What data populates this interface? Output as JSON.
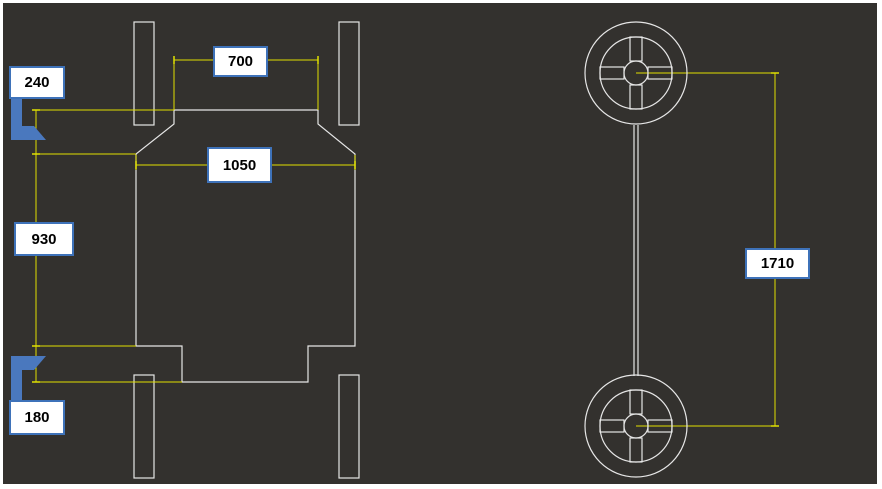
{
  "colors": {
    "background": "#33312e",
    "outline": "#e6e6e6",
    "dimension": "#e0e000",
    "label_border": "#3e72b9",
    "label_fill": "#ffffff",
    "bracket": "#4a78be"
  },
  "dimensions": {
    "top_width": "700",
    "body_width": "1050",
    "front_overhang": "240",
    "body_length": "930",
    "rear_overhang": "180",
    "wheelbase": "1710"
  },
  "icons": [
    "bracket-icon",
    "wheel-icon"
  ]
}
